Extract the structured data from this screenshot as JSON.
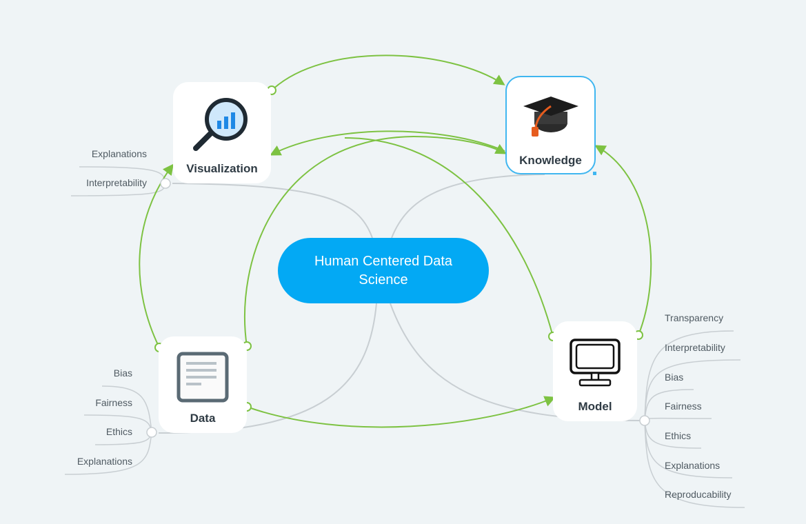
{
  "central": {
    "text": "Human Centered Data Science",
    "color": "#03a9f4"
  },
  "nodes": {
    "visualization": {
      "label": "Visualization",
      "icon": "magnifier-chart-icon"
    },
    "knowledge": {
      "label": "Knowledge",
      "icon": "graduation-cap-icon",
      "selected": true
    },
    "data": {
      "label": "Data",
      "icon": "document-icon"
    },
    "model": {
      "label": "Model",
      "icon": "monitor-icon"
    }
  },
  "branches": {
    "visualization": [
      "Explanations",
      "Interpretability"
    ],
    "data": [
      "Bias",
      "Fairness",
      "Ethics",
      "Explanations"
    ],
    "model": [
      "Transparency",
      "Interpretability",
      "Bias",
      "Fairness",
      "Ethics",
      "Explanations",
      "Reproducability"
    ]
  },
  "colors": {
    "relationship": "#7dc242",
    "connector": "#c8ced2",
    "selection": "#3fb6f0",
    "background": "#eff4f6"
  }
}
